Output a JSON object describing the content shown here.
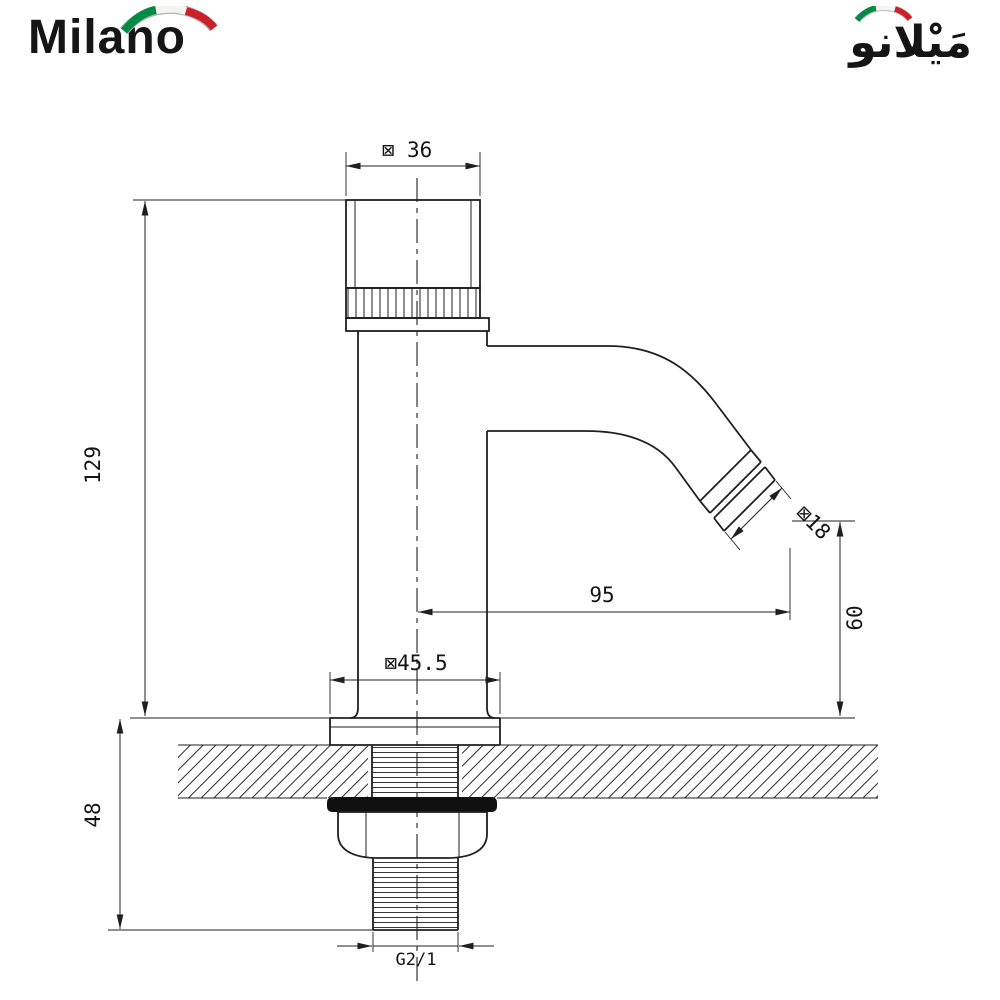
{
  "branding": {
    "logo_latin": "Milano",
    "logo_arabic": "مَيْلانو",
    "flag_green": "#008C45",
    "flag_white": "#F4F5F0",
    "flag_red": "#CD212A"
  },
  "drawing": {
    "line_color": "#1f1f1f",
    "dimensions": {
      "top_diameter": "⊠ 36",
      "body_height": "129",
      "spout_tip_diameter": "⊠18",
      "spout_reach": "95",
      "outlet_height": "60",
      "base_diameter": "⊠45.5",
      "under_counter_length": "48",
      "thread_size": "G2/1"
    }
  }
}
